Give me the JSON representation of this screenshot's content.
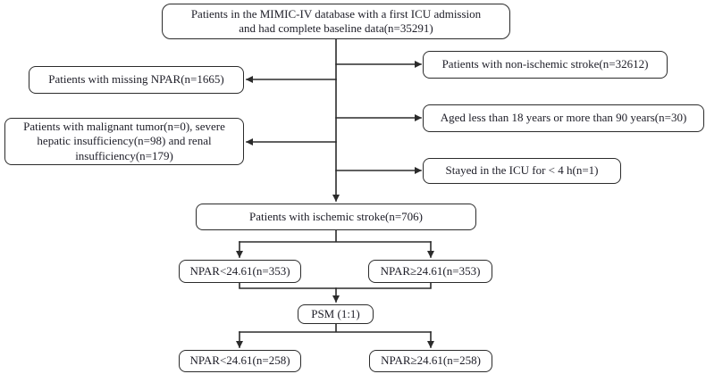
{
  "figure": {
    "type": "patient-selection-flowchart",
    "colors": {
      "background": "#ffffff",
      "box_fill": "#ffffff",
      "box_border": "#2b2b2b",
      "line": "#2b2b2b",
      "text": "#1d1d27"
    },
    "nodes": {
      "source": {
        "line1": "Patients in the MIMIC-IV database with a first ICU admission",
        "line2": "and had complete baseline data(n=35291)"
      },
      "excluded_non_ischemic": "Patients with non-ischemic stroke(n=32612)",
      "excluded_missing_npar": "Patients with missing NPAR(n=1665)",
      "excluded_age": "Aged less than 18 years or more than 90 years(n=30)",
      "excluded_comorbidity": {
        "line1": "Patients with malignant tumor(n=0), severe",
        "line2": "hepatic insufficiency(n=98) and renal",
        "line3": "insufficiency(n=179)"
      },
      "excluded_short_icu_stay": "Stayed in the ICU for < 4 h(n=1)",
      "ischemic_stroke": "Patients with ischemic stroke(n=706)",
      "npar_low_prematch": "NPAR<24.61(n=353)",
      "npar_high_prematch": "NPAR≥24.61(n=353)",
      "psm": "PSM (1:1)",
      "npar_low_postmatch": "NPAR<24.61(n=258)",
      "npar_high_postmatch": "NPAR≥24.61(n=258)"
    }
  }
}
